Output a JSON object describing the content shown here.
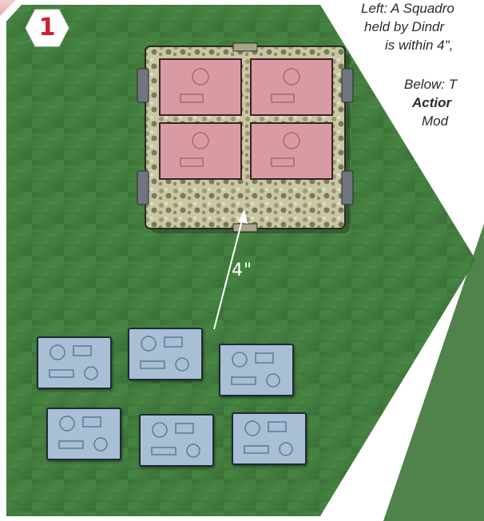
{
  "step_number": "1",
  "captions": {
    "line1": "Left: A Squadro",
    "line2": "held by Dindr",
    "line3": "is within 4\",",
    "line4": "Below: T",
    "line5_bold": "Actior",
    "line6": "Mod"
  },
  "distance_label": "4\"",
  "colors": {
    "board_green": "#3f7a3c",
    "objective_tile": "#d89ba4",
    "squadron_base": "#a8bfd6",
    "badge_red": "#c8232c",
    "panel_pink": "#e9b9bd"
  },
  "objective": {
    "name": "objective-container",
    "tiles": 4
  },
  "squadron": {
    "model_count": 6
  },
  "icons": [
    "objective-tile-icon",
    "squadron-base-icon"
  ]
}
